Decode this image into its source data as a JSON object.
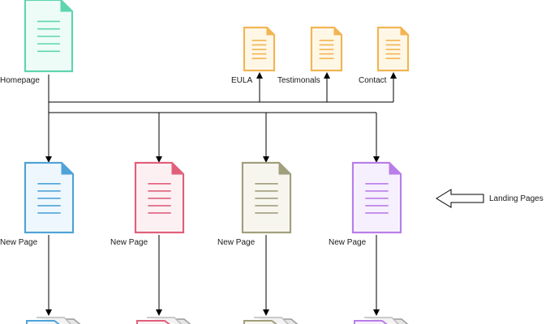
{
  "diagram": {
    "homepage": {
      "label": "Homepage",
      "color": "#5fd4b0",
      "fill": "#edfcf7"
    },
    "top_pages": [
      {
        "label": "EULA",
        "color": "#f2b552",
        "fill": "#fff7e6"
      },
      {
        "label": "Testimonals",
        "color": "#f2b552",
        "fill": "#fff7e6"
      },
      {
        "label": "Contact",
        "color": "#f2b552",
        "fill": "#fff7e6"
      }
    ],
    "new_pages": [
      {
        "label": "New Page",
        "color": "#4fa3d8",
        "fill": "#eef7fd"
      },
      {
        "label": "New Page",
        "color": "#e0607a",
        "fill": "#fdf0f3"
      },
      {
        "label": "New Page",
        "color": "#a19f7c",
        "fill": "#f6f5ee"
      },
      {
        "label": "New Page",
        "color": "#b97de8",
        "fill": "#f6effd"
      }
    ],
    "callout": {
      "label": "Landing Pages",
      "arrow": "left-arrow-shape"
    },
    "connector_color": "#000000"
  }
}
